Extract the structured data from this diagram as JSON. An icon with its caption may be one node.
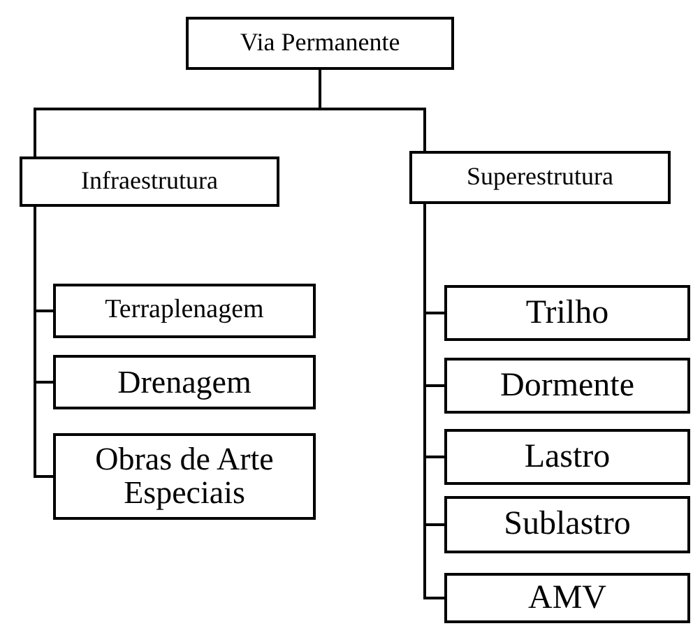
{
  "diagram": {
    "nodes": [
      {
        "text": [
          "Via Permanente"
        ]
      },
      {
        "text": [
          "Infraestrutura"
        ]
      },
      {
        "text": [
          "Terraplenagem"
        ]
      },
      {
        "text": [
          "Drenagem"
        ]
      },
      {
        "text": [
          "Obras de Arte Especiais"
        ]
      },
      {
        "text": [
          "Superestrutura"
        ]
      },
      {
        "text": [
          "Trilho"
        ]
      },
      {
        "text": [
          "Dormente"
        ]
      },
      {
        "text": [
          "Lastro"
        ]
      },
      {
        "text": [
          "Sublastro"
        ]
      },
      {
        "text": [
          "AMV"
        ]
      }
    ],
    "edges": [
      {
        "from": 0,
        "to": 1,
        "arrow": "none"
      },
      {
        "from": 0,
        "to": 5,
        "arrow": "none"
      },
      {
        "from": 1,
        "to": 2,
        "arrow": "none"
      },
      {
        "from": 1,
        "to": 3,
        "arrow": "none"
      },
      {
        "from": 1,
        "to": 4,
        "arrow": "none"
      },
      {
        "from": 5,
        "to": 6,
        "arrow": "none"
      },
      {
        "from": 5,
        "to": 7,
        "arrow": "none"
      },
      {
        "from": 5,
        "to": 8,
        "arrow": "none"
      },
      {
        "from": 5,
        "to": 9,
        "arrow": "none"
      },
      {
        "from": 5,
        "to": 10,
        "arrow": "none"
      }
    ]
  }
}
